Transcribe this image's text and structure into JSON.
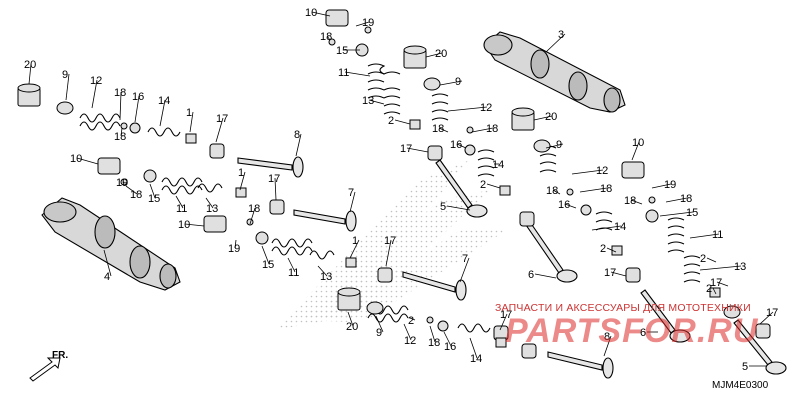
{
  "diagram": {
    "code": "MJM4E0300",
    "direction_label": "FR.",
    "watermark": {
      "line1": "ЗАПЧАСТИ И АКСЕССУАРЫ ДЛЯ МОТОТЕХНИКИ",
      "line2": "PARTSFOR.RU"
    }
  },
  "callouts": [
    {
      "id": "c10a",
      "label": "10"
    },
    {
      "id": "c19a",
      "label": "19"
    },
    {
      "id": "c18a",
      "label": "18"
    },
    {
      "id": "c15a",
      "label": "15"
    },
    {
      "id": "c20a",
      "label": "20"
    },
    {
      "id": "c11a",
      "label": "11"
    },
    {
      "id": "c9a",
      "label": "9"
    },
    {
      "id": "c13a",
      "label": "13"
    },
    {
      "id": "c12a",
      "label": "12"
    },
    {
      "id": "c2a",
      "label": "2"
    },
    {
      "id": "c18b",
      "label": "18"
    },
    {
      "id": "c18c",
      "label": "18"
    },
    {
      "id": "c17a",
      "label": "17"
    },
    {
      "id": "c16a",
      "label": "16"
    },
    {
      "id": "c14a",
      "label": "14"
    },
    {
      "id": "c2b",
      "label": "2"
    },
    {
      "id": "c5a",
      "label": "5"
    },
    {
      "id": "c3",
      "label": "3"
    },
    {
      "id": "c20b",
      "label": "20"
    },
    {
      "id": "c20c",
      "label": "20"
    },
    {
      "id": "c9b",
      "label": "9"
    },
    {
      "id": "c12b",
      "label": "12"
    },
    {
      "id": "c18d",
      "label": "18"
    },
    {
      "id": "c16b",
      "label": "16"
    },
    {
      "id": "c14b",
      "label": "14"
    },
    {
      "id": "c1a",
      "label": "1"
    },
    {
      "id": "c18e",
      "label": "18"
    },
    {
      "id": "c17b",
      "label": "17"
    },
    {
      "id": "c8a",
      "label": "8"
    },
    {
      "id": "c10b",
      "label": "10"
    },
    {
      "id": "c19b",
      "label": "19"
    },
    {
      "id": "c18f",
      "label": "18"
    },
    {
      "id": "c15b",
      "label": "15"
    },
    {
      "id": "c11b",
      "label": "11"
    },
    {
      "id": "c13b",
      "label": "13"
    },
    {
      "id": "c1b",
      "label": "1"
    },
    {
      "id": "c17c",
      "label": "17"
    },
    {
      "id": "c7a",
      "label": "7"
    },
    {
      "id": "c18g",
      "label": "18"
    },
    {
      "id": "c10c",
      "label": "10"
    },
    {
      "id": "c19c",
      "label": "19"
    },
    {
      "id": "c15c",
      "label": "15"
    },
    {
      "id": "c11c",
      "label": "11"
    },
    {
      "id": "c13c",
      "label": "13"
    },
    {
      "id": "c1c",
      "label": "1"
    },
    {
      "id": "c17d",
      "label": "17"
    },
    {
      "id": "c7b",
      "label": "7"
    },
    {
      "id": "c4",
      "label": "4"
    },
    {
      "id": "c20d",
      "label": "20"
    },
    {
      "id": "c9c",
      "label": "9"
    },
    {
      "id": "c12c",
      "label": "12"
    },
    {
      "id": "c18h",
      "label": "18"
    },
    {
      "id": "c16c",
      "label": "16"
    },
    {
      "id": "c14c",
      "label": "14"
    },
    {
      "id": "c17e",
      "label": "17"
    },
    {
      "id": "c8b",
      "label": "8"
    },
    {
      "id": "c2c",
      "label": "2"
    },
    {
      "id": "c9d",
      "label": "9"
    },
    {
      "id": "c12d",
      "label": "12"
    },
    {
      "id": "c18i",
      "label": "18"
    },
    {
      "id": "c18j",
      "label": "18"
    },
    {
      "id": "c16d",
      "label": "16"
    },
    {
      "id": "c14d",
      "label": "14"
    },
    {
      "id": "c2d",
      "label": "2"
    },
    {
      "id": "c17f",
      "label": "17"
    },
    {
      "id": "c6a",
      "label": "6"
    },
    {
      "id": "c10d",
      "label": "10"
    },
    {
      "id": "c19d",
      "label": "19"
    },
    {
      "id": "c18k",
      "label": "18"
    },
    {
      "id": "c18l",
      "label": "18"
    },
    {
      "id": "c15d",
      "label": "15"
    },
    {
      "id": "c11d",
      "label": "11"
    },
    {
      "id": "c2e",
      "label": "2"
    },
    {
      "id": "c17g",
      "label": "17"
    },
    {
      "id": "c13d",
      "label": "13"
    },
    {
      "id": "c2f",
      "label": "2"
    },
    {
      "id": "c6b",
      "label": "6"
    },
    {
      "id": "c17h",
      "label": "17"
    },
    {
      "id": "c5b",
      "label": "5"
    }
  ]
}
